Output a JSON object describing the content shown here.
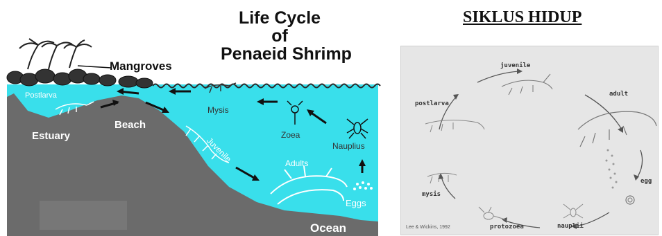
{
  "left": {
    "title_lines": [
      "Life Cycle",
      "of",
      "Penaeid Shrimp"
    ],
    "labels": {
      "mangroves": "Mangroves",
      "postlarva": "Postlarva",
      "beach": "Beach",
      "estuary": "Estuary",
      "mysis": "Mysis",
      "zoea": "Zoea",
      "nauplius": "Nauplius",
      "juvenile": "Juvenile",
      "adults": "Adults",
      "eggs": "Eggs",
      "ocean": "Ocean"
    },
    "colors": {
      "water": "#39dfeb",
      "land": "#6b6b6b",
      "sky": "#ffffff"
    }
  },
  "right": {
    "title": "SIKLUS HIDUP",
    "stages": {
      "juvenile": "juvenile",
      "adult": "adult",
      "egg": "egg",
      "nauplii": "nauplii",
      "protozoea": "protozoea",
      "mysis": "mysis",
      "postlarva": "postlarva"
    },
    "credit": "Lee & Wickins, 1992",
    "colors": {
      "background": "#e6e6e6",
      "frame": "#ffffff"
    }
  }
}
